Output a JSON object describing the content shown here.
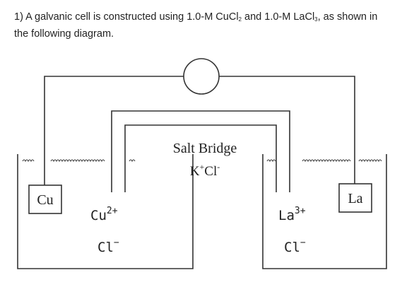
{
  "question": {
    "line1_a": "1) A galvanic cell is constructed using 1.0-M CuCl",
    "sub1": "2",
    "line1_b": " and 1.0-M LaCl",
    "sub2": "3",
    "line1_c": ", as shown in",
    "line2": "the following diagram."
  },
  "diagram": {
    "salt_bridge_label": "Salt Bridge",
    "salt_bridge_k": "K",
    "salt_bridge_plus": "+",
    "salt_bridge_cl": "Cl",
    "salt_bridge_minus": "-",
    "left_electrode": "Cu",
    "right_electrode": "La",
    "left_cation": "Cu",
    "left_cation_charge": "2+",
    "left_anion": "Cl",
    "left_anion_charge": "−",
    "right_cation": "La",
    "right_cation_charge": "3+",
    "right_anion": "Cl",
    "right_anion_charge": "−"
  }
}
